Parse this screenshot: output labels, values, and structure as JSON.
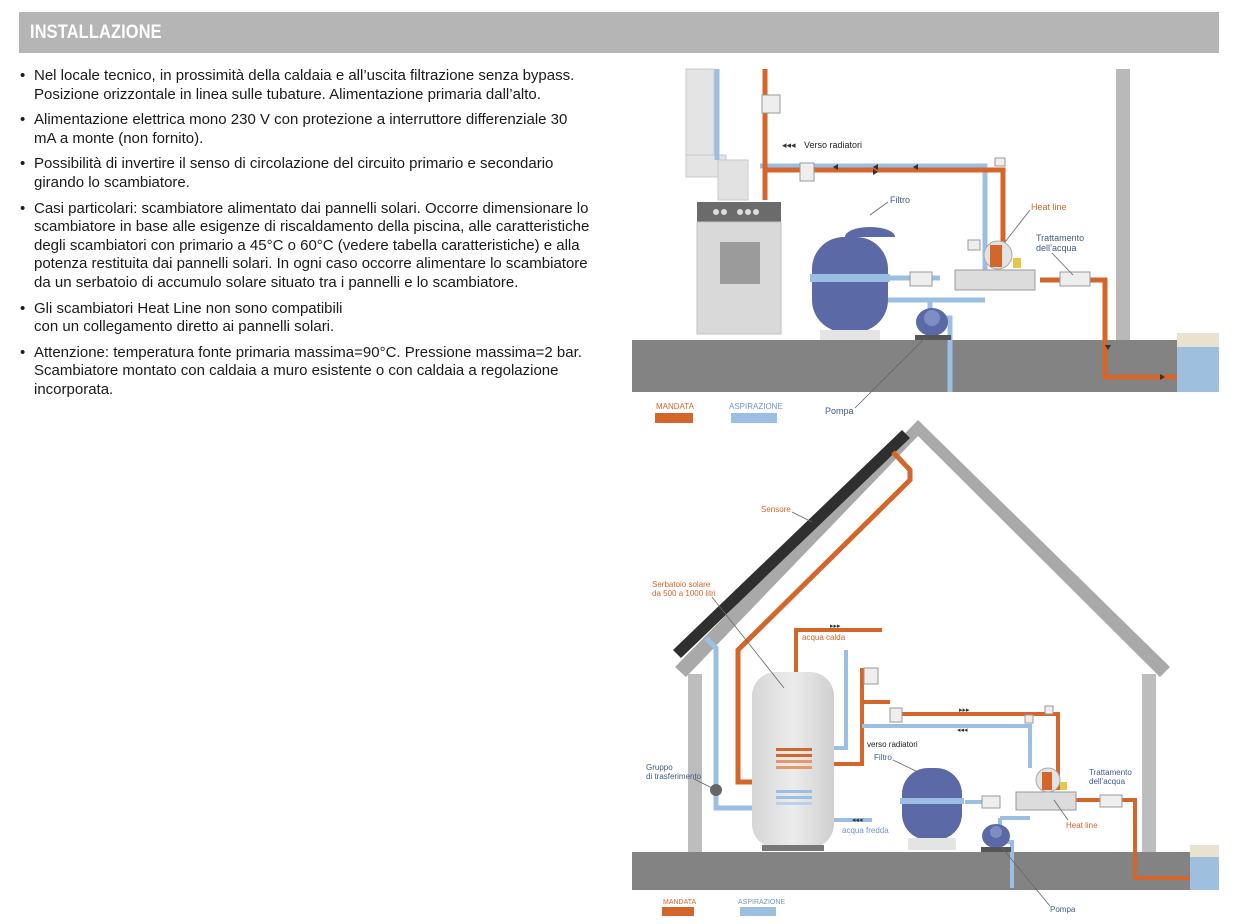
{
  "header": {
    "title": "INSTALLAZIONE"
  },
  "bullets": [
    "Nel locale tecnico, in prossimità della caldaia e all’uscita filtrazione senza bypass. Posizione orizzontale in linea sulle tubature. Alimentazione primaria dall’alto.",
    "Alimentazione elettrica  mono 230 V con protezione a interruttore differenziale 30 mA a monte (non fornito).",
    "Possibilità di invertire il senso di circolazione del circuito primario e secondario girando lo scambiatore.",
    "Casi particolari: scambiatore alimentato dai pannelli solari. Occorre dimensionare lo scambiatore in base alle esigenze di riscaldamento della piscina, alle caratteristiche degli scambiatori con primario a 45°C o 60°C (vedere tabella caratteristiche) e alla potenza restituita dai pannelli solari. In ogni caso occorre alimentare lo scambiatore da un serbatoio di accumulo solare situato tra i pannelli e lo scambiatore.",
    "Gli scambiatori Heat Line non sono compatibili\n con un collegamento diretto ai pannelli solari.",
    "Attenzione: temperatura fonte primaria massima=90°C. Pressione massima=2 bar. Scambiatore montato con caldaia a muro esistente o con caldaia a regolazione incorporata."
  ],
  "diagram1": {
    "label_radiatori": "Verso radiatori",
    "label_filtro": "Filtro",
    "label_heatline": "Heat line",
    "label_trattamento_1": "Trattamento",
    "label_trattamento_2": "dell’acqua",
    "label_pompa": "Pompa",
    "legend_mandata": "MANDATA",
    "legend_aspirazione": "ASPIRAZIONE"
  },
  "diagram2": {
    "label_sensore": "Sensore",
    "label_serbatoio_1": "Serbatoio solare",
    "label_serbatoio_2": "da 500 a 1000 litri",
    "label_acqua_calda": "acqua calda",
    "label_radiatori": "verso radiatori",
    "label_filtro": "Filtro",
    "label_gruppo_1": "Gruppo",
    "label_gruppo_2": "di trasferimento",
    "label_acqua_fredda": "acqua fredda",
    "label_trattamento_1": "Trattamento",
    "label_trattamento_2": "dell’acqua",
    "label_heatline": "Heat line",
    "label_pompa": "Pompa",
    "legend_mandata": "MANDATA",
    "legend_aspirazione": "ASPIRAZIONE"
  },
  "colors": {
    "mandata": "#d4662b",
    "aspirazione": "#9bbfe2",
    "ground": "#838383",
    "filter": "#5b6aa6",
    "header": "#b5b5b5"
  }
}
